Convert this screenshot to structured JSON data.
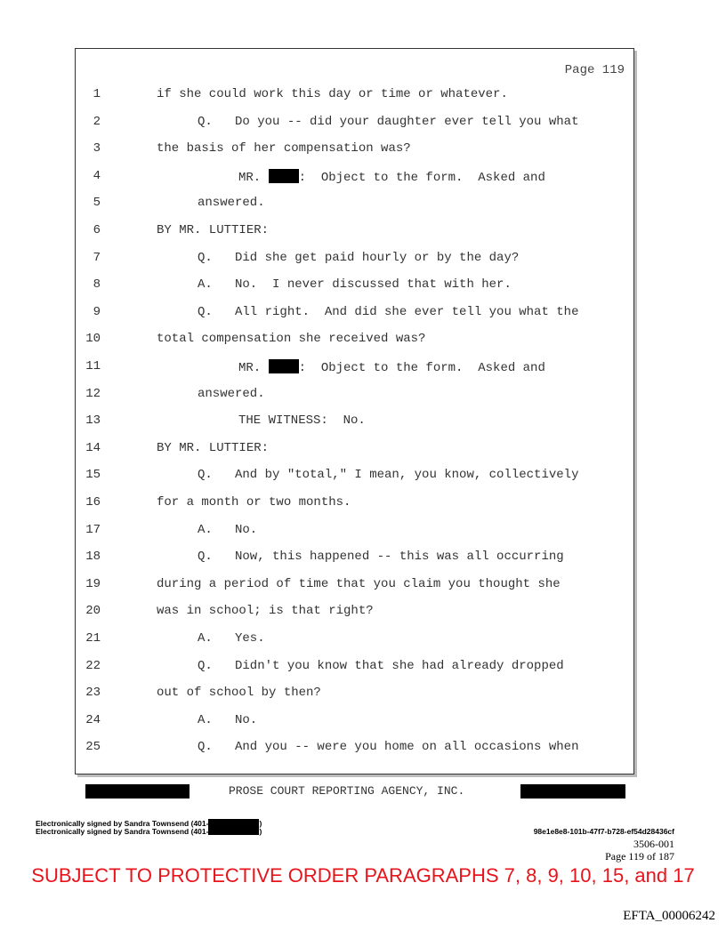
{
  "page_header": "Page 119",
  "lines": [
    {
      "n": "1",
      "indent": 0,
      "text": "if she could work this day or time or whatever."
    },
    {
      "n": "2",
      "indent": 1,
      "text": "Q.   Do you -- did your daughter ever tell you what"
    },
    {
      "n": "3",
      "indent": 0,
      "text": "the basis of her compensation was?"
    },
    {
      "n": "4",
      "indent": 2,
      "text": "MR. ",
      "redacted": true,
      "after": ":  Object to the form.  Asked and"
    },
    {
      "n": "5",
      "indent": 1,
      "text": "answered."
    },
    {
      "n": "6",
      "indent": 0,
      "text": "BY MR. LUTTIER:"
    },
    {
      "n": "7",
      "indent": 1,
      "text": "Q.   Did she get paid hourly or by the day?"
    },
    {
      "n": "8",
      "indent": 1,
      "text": "A.   No.  I never discussed that with her."
    },
    {
      "n": "9",
      "indent": 1,
      "text": "Q.   All right.  And did she ever tell you what the"
    },
    {
      "n": "10",
      "indent": 0,
      "text": "total compensation she received was?"
    },
    {
      "n": "11",
      "indent": 2,
      "text": "MR. ",
      "redacted": true,
      "after": ":  Object to the form.  Asked and"
    },
    {
      "n": "12",
      "indent": 1,
      "text": "answered."
    },
    {
      "n": "13",
      "indent": 2,
      "text": "THE WITNESS:  No."
    },
    {
      "n": "14",
      "indent": 0,
      "text": "BY MR. LUTTIER:"
    },
    {
      "n": "15",
      "indent": 1,
      "text": "Q.   And by \"total,\" I mean, you know, collectively"
    },
    {
      "n": "16",
      "indent": 0,
      "text": "for a month or two months."
    },
    {
      "n": "17",
      "indent": 1,
      "text": "A.   No."
    },
    {
      "n": "18",
      "indent": 1,
      "text": "Q.   Now, this happened -- this was all occurring"
    },
    {
      "n": "19",
      "indent": 0,
      "text": "during a period of time that you claim you thought she"
    },
    {
      "n": "20",
      "indent": 0,
      "text": "was in school; is that right?"
    },
    {
      "n": "21",
      "indent": 1,
      "text": "A.   Yes."
    },
    {
      "n": "22",
      "indent": 1,
      "text": "Q.   Didn't you know that she had already dropped"
    },
    {
      "n": "23",
      "indent": 0,
      "text": "out of school by then?"
    },
    {
      "n": "24",
      "indent": 1,
      "text": "A.   No."
    },
    {
      "n": "25",
      "indent": 1,
      "text": "Q.   And you -- were you home on all occasions when"
    }
  ],
  "footer": {
    "agency": "PROSE COURT REPORTING AGENCY, INC.",
    "signature_1": "Electronically signed by Sandra Townsend (401-",
    "signature_2": "Electronically signed by Sandra Townsend (401-",
    "signature_close": ")",
    "hash": "98e1e8e8-101b-47f7-b728-ef54d28436cf",
    "case_no": "3506-001",
    "page_of": "Page 119 of 187"
  },
  "protective_notice": "SUBJECT TO PROTECTIVE ORDER PARAGRAPHS 7, 8, 9, 10, 15, and 17",
  "bates": "EFTA_00006242",
  "colors": {
    "notice": "#e8141b"
  }
}
